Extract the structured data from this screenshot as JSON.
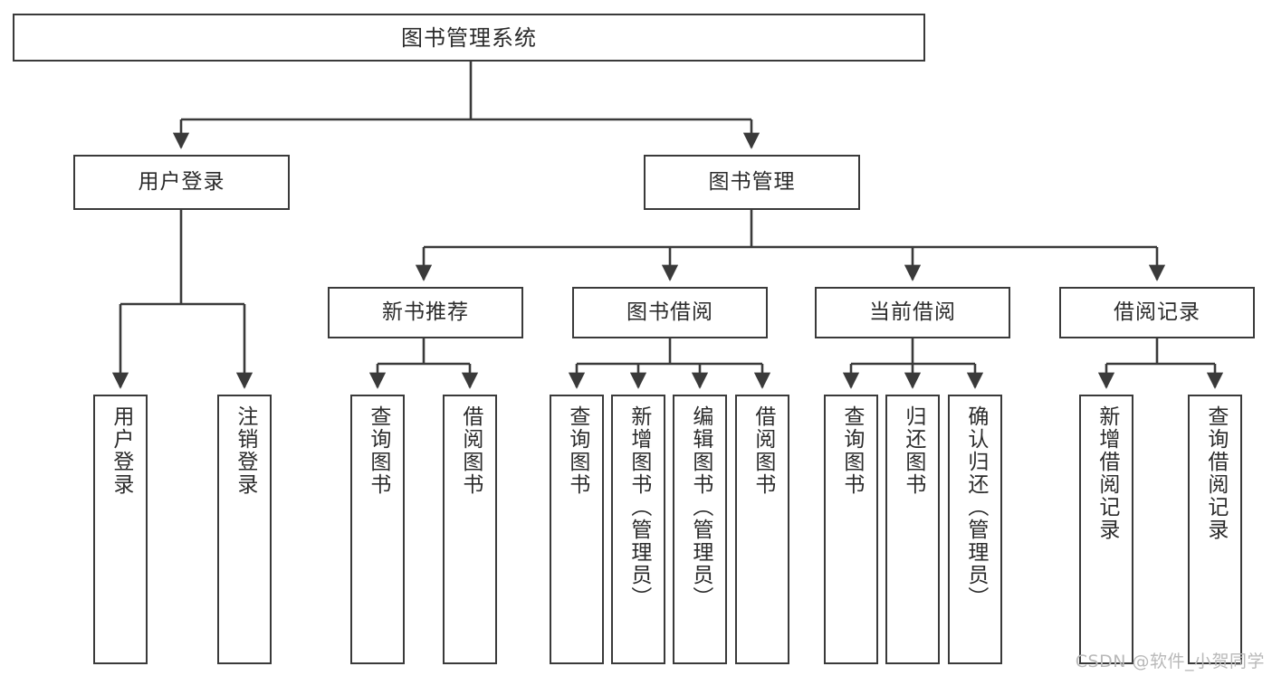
{
  "diagram": {
    "type": "tree",
    "title": "图书管理系统",
    "root": {
      "label": "图书管理系统"
    },
    "level2": [
      {
        "id": "user-login",
        "label": "用户登录"
      },
      {
        "id": "book-manage",
        "label": "图书管理"
      }
    ],
    "level3": [
      {
        "id": "new-book-recommend",
        "label": "新书推荐",
        "parent": "book-manage"
      },
      {
        "id": "book-borrow",
        "label": "图书借阅",
        "parent": "book-manage"
      },
      {
        "id": "current-borrow",
        "label": "当前借阅",
        "parent": "book-manage"
      },
      {
        "id": "borrow-record",
        "label": "借阅记录",
        "parent": "book-manage"
      }
    ],
    "leaves": [
      {
        "id": "leaf-user-login",
        "label": "用户登录",
        "parent": "user-login"
      },
      {
        "id": "leaf-logout-login",
        "label": "注销登录",
        "parent": "user-login"
      },
      {
        "id": "leaf-query-book-1",
        "label": "查询图书",
        "parent": "new-book-recommend"
      },
      {
        "id": "leaf-borrow-book-1",
        "label": "借阅图书",
        "parent": "new-book-recommend"
      },
      {
        "id": "leaf-query-book-2",
        "label": "查询图书",
        "parent": "book-borrow"
      },
      {
        "id": "leaf-add-book",
        "label": "新增图书（管理员）",
        "parent": "book-borrow"
      },
      {
        "id": "leaf-edit-book",
        "label": "编辑图书（管理员）",
        "parent": "book-borrow"
      },
      {
        "id": "leaf-borrow-book-2",
        "label": "借阅图书",
        "parent": "book-borrow"
      },
      {
        "id": "leaf-query-book-3",
        "label": "查询图书",
        "parent": "current-borrow"
      },
      {
        "id": "leaf-return-book",
        "label": "归还图书",
        "parent": "current-borrow"
      },
      {
        "id": "leaf-confirm-return",
        "label": "确认归还（管理员）",
        "parent": "current-borrow"
      },
      {
        "id": "leaf-add-record",
        "label": "新增借阅记录",
        "parent": "borrow-record"
      },
      {
        "id": "leaf-query-record",
        "label": "查询借阅记录",
        "parent": "borrow-record"
      }
    ],
    "colors": {
      "border": "#3a3a3a",
      "background": "#ffffff",
      "text": "#2b2b2b",
      "connector": "#3a3a3a",
      "watermark": "#b9b9b9"
    }
  },
  "watermark": {
    "text": "CSDN @软件_小贺同学"
  }
}
